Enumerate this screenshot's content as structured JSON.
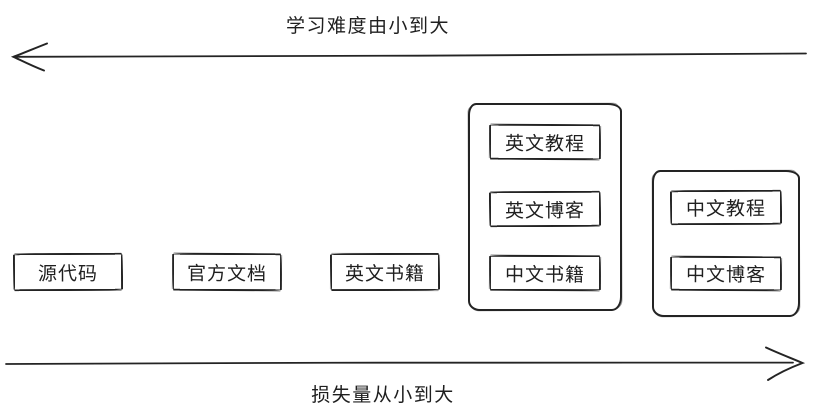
{
  "diagram": {
    "background": "#ffffff",
    "stroke_color": "#242424",
    "top_axis": {
      "label": "学习难度由小到大",
      "arrow_direction": "left"
    },
    "bottom_axis": {
      "label": "损失量从小到大",
      "arrow_direction": "right"
    },
    "standalone_items": [
      {
        "label": "源代码"
      },
      {
        "label": "官方文档"
      },
      {
        "label": "英文书籍"
      }
    ],
    "group1": {
      "items": [
        {
          "label": "英文教程"
        },
        {
          "label": "英文博客"
        },
        {
          "label": "中文书籍"
        }
      ]
    },
    "group2": {
      "items": [
        {
          "label": "中文教程"
        },
        {
          "label": "中文博客"
        }
      ]
    }
  }
}
